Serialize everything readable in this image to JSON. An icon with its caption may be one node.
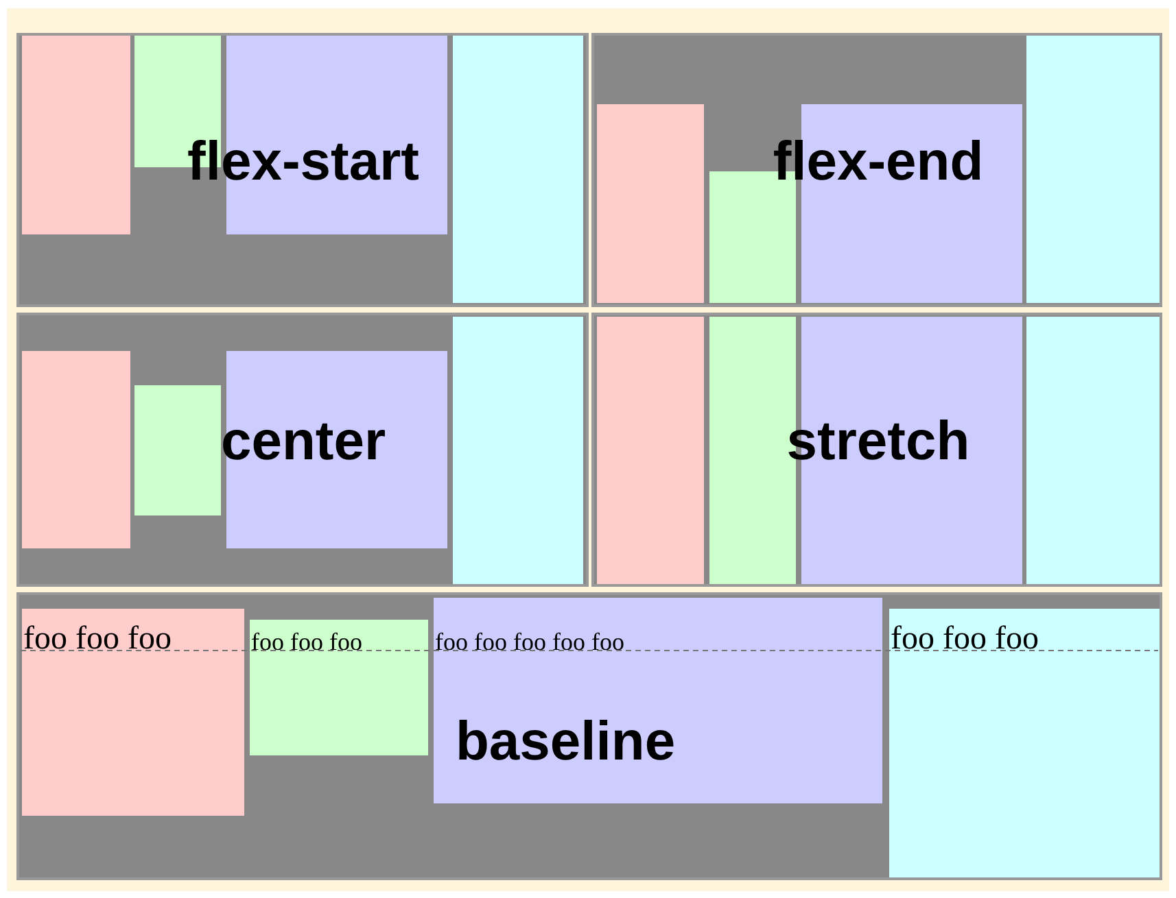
{
  "diagram": {
    "nodes": [
      {
        "text": [],
        "shape": "box"
      },
      {
        "text": [],
        "shape": "box",
        "in": 0
      },
      {
        "text": [],
        "shape": "box",
        "in": 0
      },
      {
        "text": [],
        "shape": "box",
        "in": 0
      },
      {
        "text": [],
        "shape": "box",
        "in": 0
      },
      {
        "text": [],
        "shape": "box"
      },
      {
        "text": [],
        "shape": "box",
        "in": 5
      },
      {
        "text": [],
        "shape": "box",
        "in": 5
      },
      {
        "text": [],
        "shape": "box",
        "in": 5
      },
      {
        "text": [],
        "shape": "box",
        "in": 5
      },
      {
        "text": [],
        "shape": "box"
      },
      {
        "text": [],
        "shape": "box",
        "in": 10
      },
      {
        "text": [],
        "shape": "box",
        "in": 10
      },
      {
        "text": [],
        "shape": "box",
        "in": 10
      },
      {
        "text": [],
        "shape": "box",
        "in": 10
      },
      {
        "text": [],
        "shape": "box"
      },
      {
        "text": [],
        "shape": "box",
        "in": 15
      },
      {
        "text": [],
        "shape": "box",
        "in": 15
      },
      {
        "text": [],
        "shape": "box",
        "in": 15
      },
      {
        "text": [],
        "shape": "box",
        "in": 15
      },
      {
        "text": [],
        "shape": "box"
      },
      {
        "text": [
          "foo foo foo"
        ],
        "in": 20
      },
      {
        "text": [
          "foo foo foo"
        ],
        "in": 20
      },
      {
        "text": [
          "foo foo foo foo foo",
          "baseline"
        ],
        "in": 20
      },
      {
        "text": [
          "foo foo foo"
        ],
        "in": 20
      }
    ],
    "labels": [
      "flex-start",
      "flex-end",
      "center",
      "stretch"
    ]
  }
}
